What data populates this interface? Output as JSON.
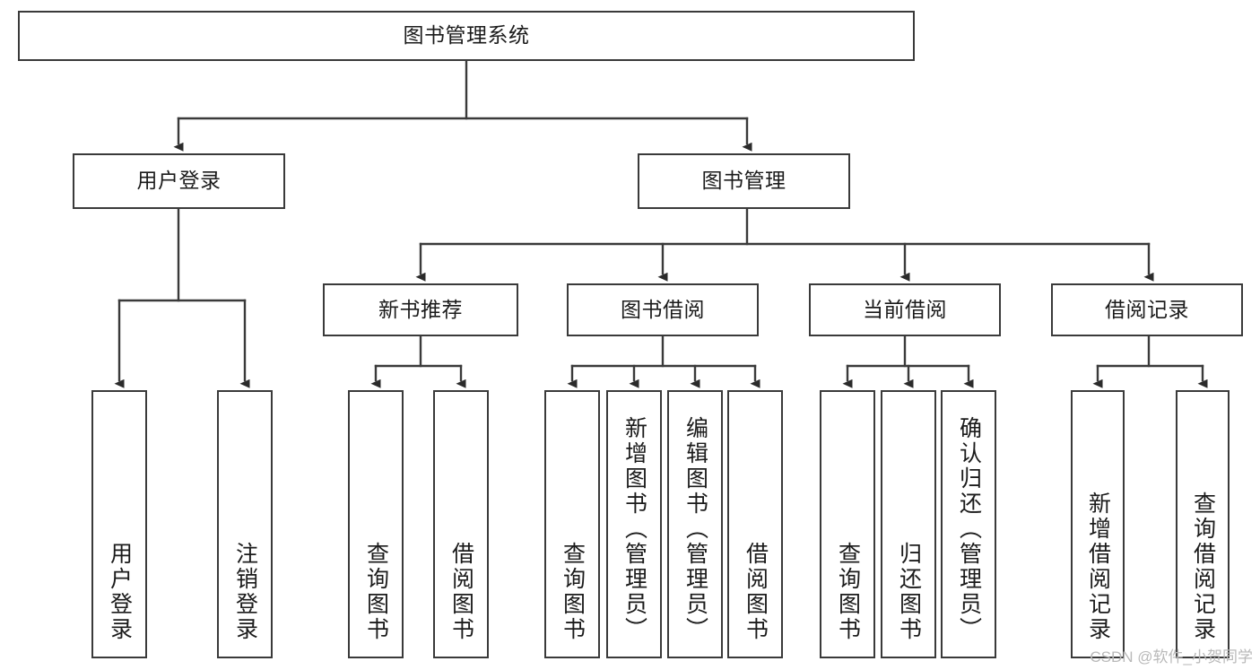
{
  "diagram": {
    "title": "图书管理系统",
    "type": "tree-hierarchy",
    "watermark": "CSDN @软件_小贺同学",
    "root": {
      "id": "root",
      "label": "图书管理系统"
    },
    "level2": [
      {
        "id": "user-login",
        "label": "用户登录"
      },
      {
        "id": "book-manage",
        "label": "图书管理"
      }
    ],
    "level3": [
      {
        "id": "new-book-rec",
        "label": "新书推荐"
      },
      {
        "id": "book-borrow",
        "label": "图书借阅"
      },
      {
        "id": "current-borrow",
        "label": "当前借阅"
      },
      {
        "id": "borrow-record",
        "label": "借阅记录"
      }
    ],
    "leaves": {
      "user_login": [
        {
          "id": "leaf-user-login",
          "label": "用户登录"
        },
        {
          "id": "leaf-logout-login",
          "label": "注销登录"
        }
      ],
      "new_book_rec": [
        {
          "id": "leaf-query-book-1",
          "label": "查询图书"
        },
        {
          "id": "leaf-borrow-book-1",
          "label": "借阅图书"
        }
      ],
      "book_borrow": [
        {
          "id": "leaf-query-book-2",
          "label": "查询图书"
        },
        {
          "id": "leaf-add-book",
          "label": "新增图书（管理员）"
        },
        {
          "id": "leaf-edit-book",
          "label": "编辑图书（管理员）"
        },
        {
          "id": "leaf-borrow-book-2",
          "label": "借阅图书"
        }
      ],
      "current_borrow": [
        {
          "id": "leaf-query-book-3",
          "label": "查询图书"
        },
        {
          "id": "leaf-return-book",
          "label": "归还图书"
        },
        {
          "id": "leaf-confirm-return",
          "label": "确认归还（管理员）"
        }
      ],
      "borrow_record": [
        {
          "id": "leaf-add-record",
          "label": "新增借阅记录"
        },
        {
          "id": "leaf-query-record",
          "label": "查询借阅记录"
        }
      ]
    },
    "colors": {
      "stroke": "#3a3a3a",
      "background": "#ffffff",
      "text": "#1b1b1b",
      "watermark": "#b9b9b9"
    }
  }
}
